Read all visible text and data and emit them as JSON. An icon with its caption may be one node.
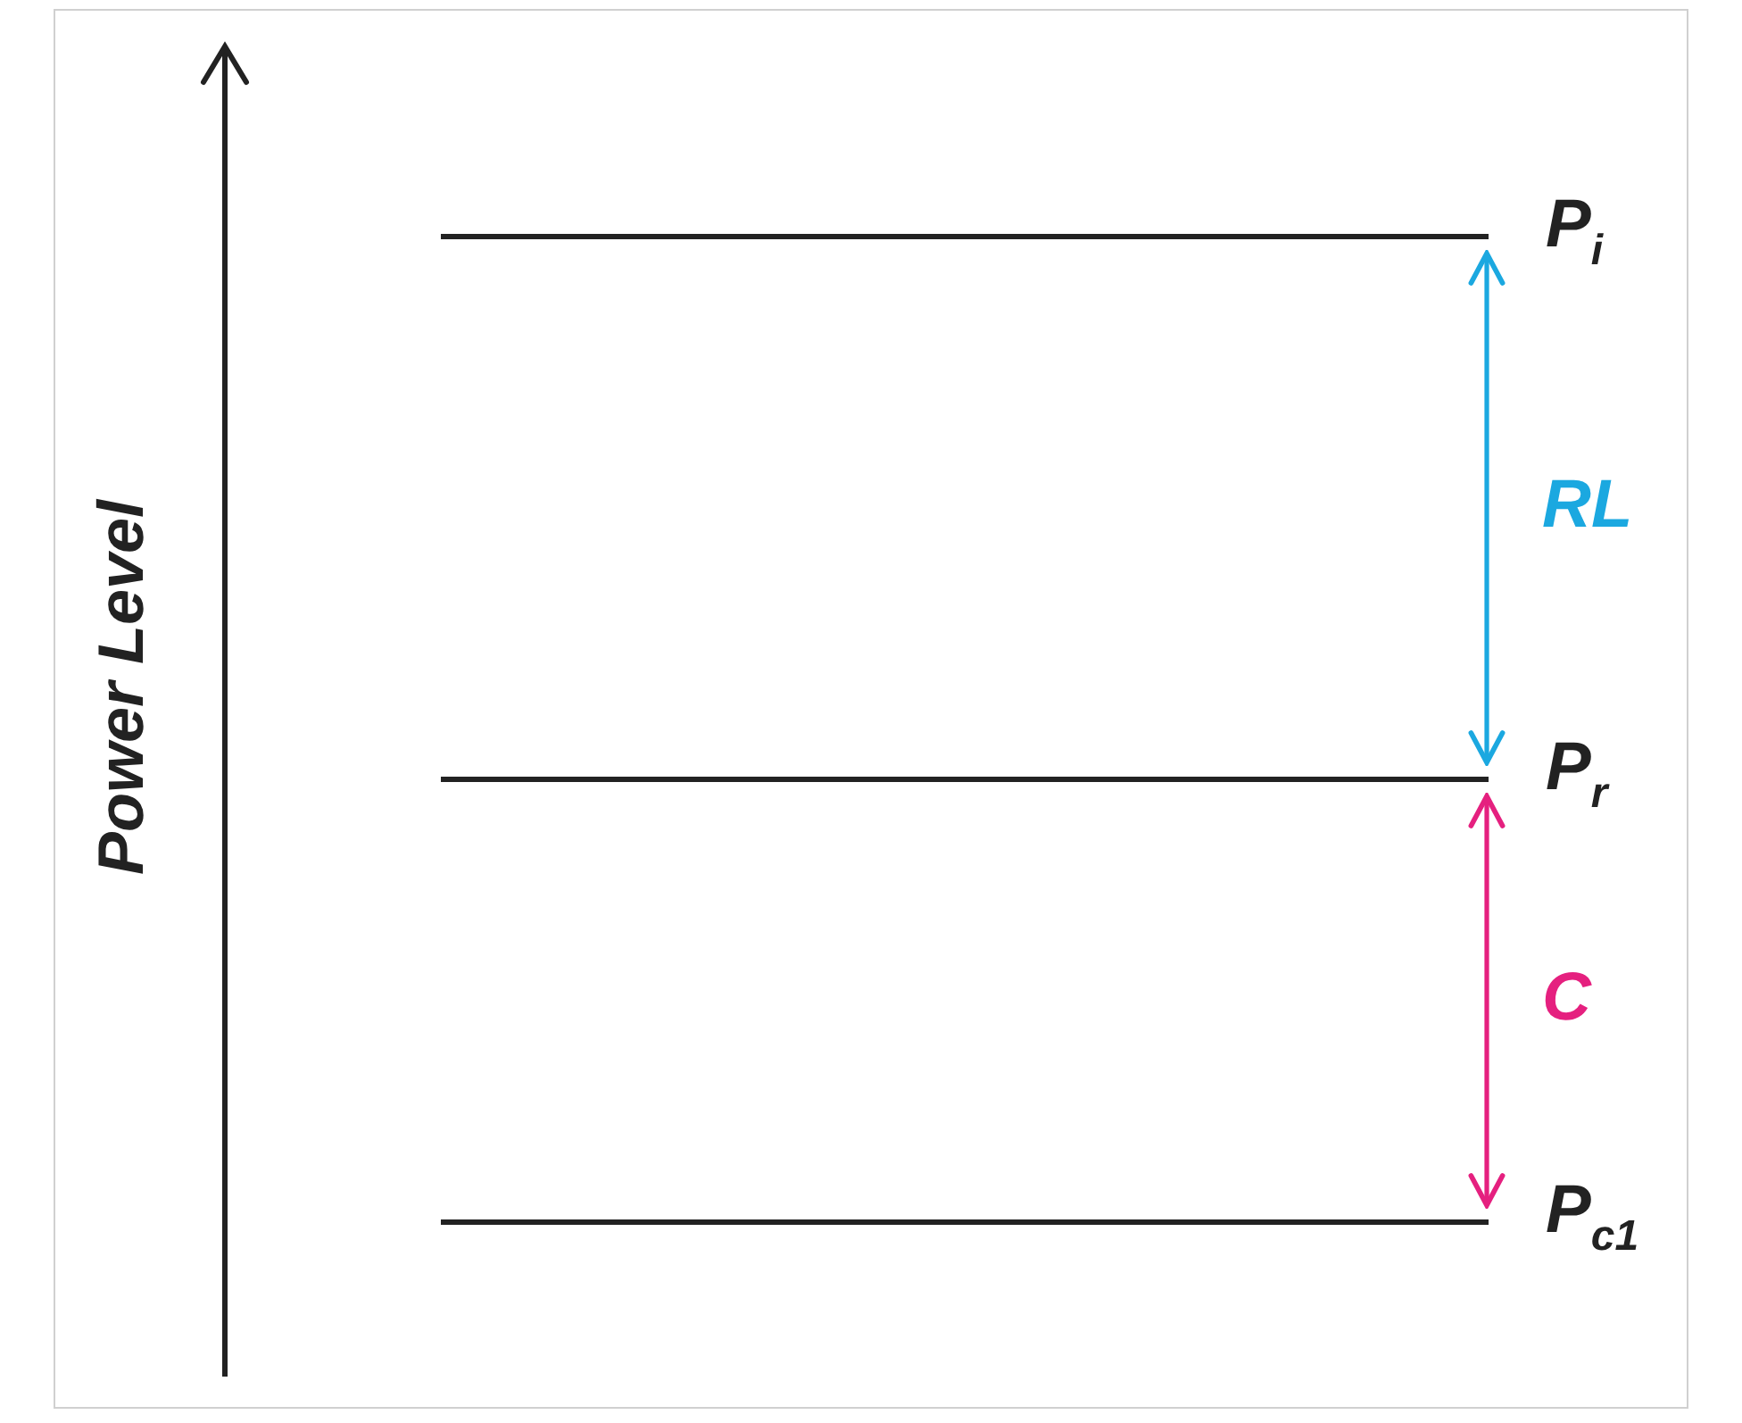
{
  "diagram": {
    "nodes": [
      {
        "text": [],
        "shape": "bar",
        "beside": [
          "P$_{i}$"
        ]
      },
      {
        "text": [],
        "shape": "bar",
        "beside": [
          "P$_{r}$"
        ]
      },
      {
        "text": [],
        "shape": "bar",
        "beside": [
          "P$_{c1}$"
        ]
      }
    ],
    "edges": [
      {
        "from": 0,
        "to": 1,
        "arrow": "both",
        "label": "RL",
        "color": "#1ba8e0"
      },
      {
        "from": 1,
        "to": 2,
        "arrow": "both",
        "label": "C",
        "color": "#e5207f"
      }
    ],
    "labels": [
      "Power Level"
    ]
  }
}
